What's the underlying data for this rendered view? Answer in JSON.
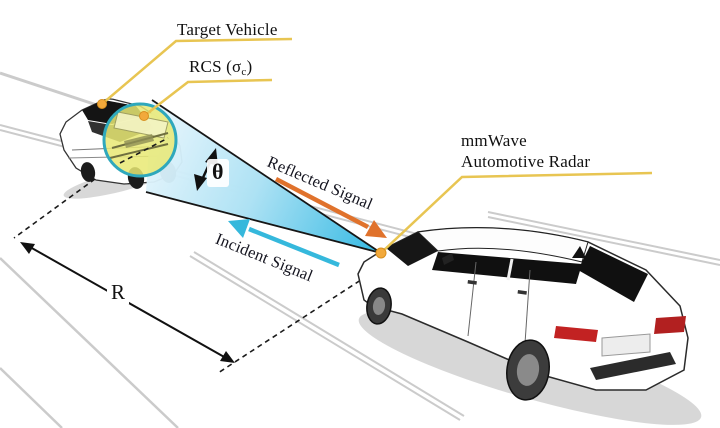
{
  "figure": {
    "title_labels": {
      "target_vehicle": "Target Vehicle",
      "rcs_prefix": "RCS (σ",
      "rcs_sub": "c",
      "rcs_suffix": ")",
      "radar_line1": "mmWave",
      "radar_line2": "Automotive Radar",
      "reflected_signal": "Reflected Signal",
      "incident_signal": "Incident Signal",
      "beam_angle": "θ",
      "range": "R"
    },
    "colors": {
      "beam_apex_cyan": "#33B9E3",
      "beam_wide_pale": "#DFF2FB",
      "reflected_arrow_orange": "#E0722C",
      "incident_arrow_cyan": "#35B8DC",
      "leader_line_yellow": "#E8C552",
      "anchor_dot_orange": "#F2A93B",
      "rcs_circle_fill": "#E9E973",
      "rcs_circle_border": "#2FA8BC",
      "road_line_gray": "#CBCBCB",
      "taillight_red": "#C22222",
      "text_black": "#111111"
    }
  }
}
